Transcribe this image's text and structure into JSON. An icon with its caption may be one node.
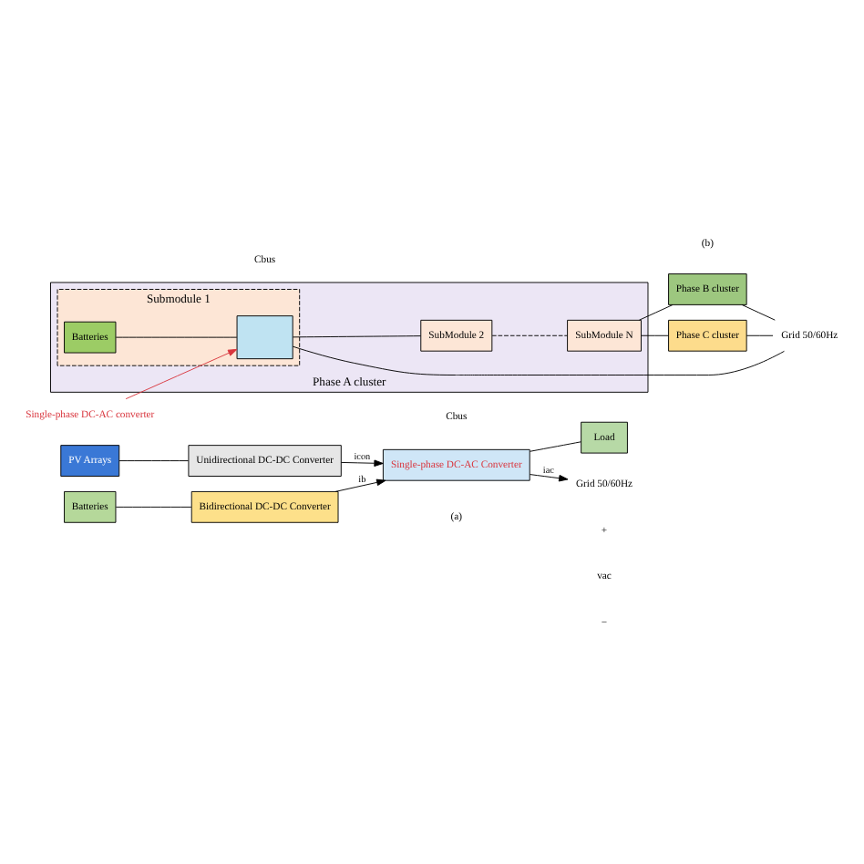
{
  "diagram": {
    "nodes": [
      {
        "text": [
          "PV Arrays"
        ]
      },
      {
        "text": [
          "Unidirectional DC-DC Converter"
        ]
      },
      {
        "text": [
          "Batteries"
        ]
      },
      {
        "text": [
          "Bidirectional DC-DC Converter"
        ]
      },
      {
        "text": [
          "Single-phase DC-AC Converter"
        ]
      },
      {
        "text": [
          "Load"
        ]
      },
      {
        "text": [
          "Grid 50/60Hz"
        ]
      },
      {
        "text": [
          "Phase A cluster"
        ]
      },
      {
        "text": [
          "Submodule 1"
        ],
        "in": 7
      },
      {
        "text": [
          "Batteries"
        ],
        "in": 8
      },
      {
        "text": [],
        "shape": "box",
        "in": 8
      },
      {
        "text": [
          "Single-phase DC-AC converter"
        ]
      },
      {
        "text": [
          "SubModule 2"
        ],
        "in": 7
      },
      {
        "text": [
          "SubModule N"
        ],
        "in": 7
      },
      {
        "text": [
          "Phase B cluster"
        ]
      },
      {
        "text": [
          "Phase C cluster"
        ]
      },
      {
        "text": [
          "Grid 50/60Hz"
        ]
      }
    ],
    "edges": [
      {
        "from": 0,
        "to": 1,
        "arrow": "none"
      },
      {
        "from": 2,
        "to": 3,
        "arrow": "none"
      },
      {
        "from": 1,
        "to": 4,
        "arrow": "to",
        "label": "icon"
      },
      {
        "from": 3,
        "to": 4,
        "arrow": "to",
        "label": "ib"
      },
      {
        "from": 4,
        "to": 6,
        "arrow": "to",
        "label": "iac"
      },
      {
        "from": 4,
        "to": 5,
        "arrow": "none"
      },
      {
        "from": 9,
        "to": 10,
        "arrow": "none"
      },
      {
        "from": 11,
        "to": 10,
        "arrow": "to",
        "color": "#d9363e"
      },
      {
        "from": 10,
        "to": 16,
        "arrow": "none"
      },
      {
        "from": 10,
        "to": 12,
        "arrow": "none"
      },
      {
        "from": 12,
        "to": 13,
        "arrow": "none",
        "style": "dashed"
      },
      {
        "from": 13,
        "to": 14,
        "arrow": "none"
      },
      {
        "from": 13,
        "to": 15,
        "arrow": "none"
      },
      {
        "from": 14,
        "to": 16,
        "arrow": "none"
      },
      {
        "from": 15,
        "to": 16,
        "arrow": "none"
      }
    ],
    "labels": [
      "Cbus",
      "+",
      "vac",
      "−",
      "(a)",
      "Cbus",
      "(b)"
    ]
  }
}
